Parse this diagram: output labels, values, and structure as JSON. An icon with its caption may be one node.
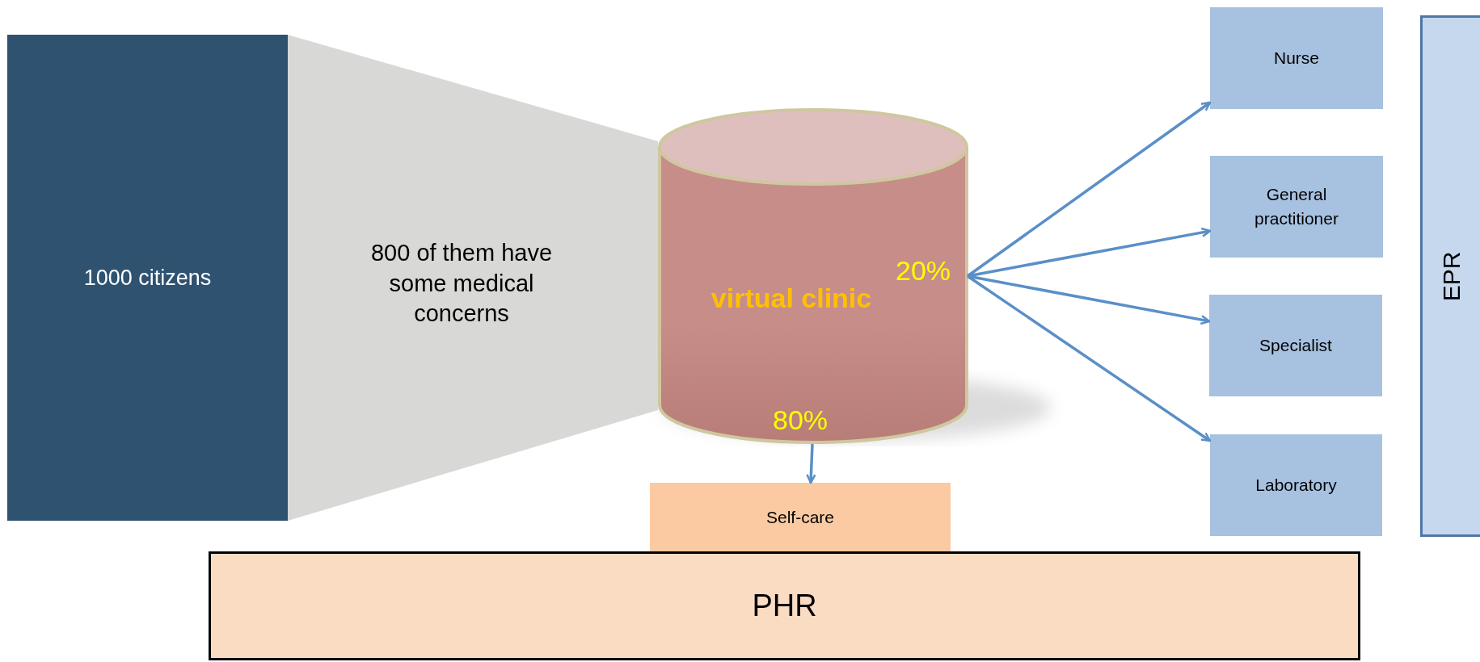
{
  "diagram": {
    "nodes": [
      {
        "text": [
          "1000 citizens"
        ]
      },
      {
        "text": [
          "800 of them have some medical concerns"
        ]
      },
      {
        "text": [
          "virtual clinic"
        ]
      },
      {
        "text": [
          "Nurse"
        ]
      },
      {
        "text": [
          "General practitioner"
        ]
      },
      {
        "text": [
          "Specialist"
        ]
      },
      {
        "text": [
          "Laboratory"
        ]
      },
      {
        "text": [
          "EPR"
        ]
      },
      {
        "text": [
          "Self-care"
        ]
      },
      {
        "text": [
          "PHR"
        ]
      }
    ],
    "edges": [
      {
        "from": 2,
        "to": 3,
        "arrow": "to"
      },
      {
        "from": 2,
        "to": 4,
        "arrow": "to"
      },
      {
        "from": 2,
        "to": 5,
        "arrow": "to"
      },
      {
        "from": 2,
        "to": 6,
        "arrow": "to"
      },
      {
        "from": 2,
        "to": 8,
        "arrow": "to"
      }
    ],
    "labels": [
      "20%",
      "80%"
    ]
  }
}
